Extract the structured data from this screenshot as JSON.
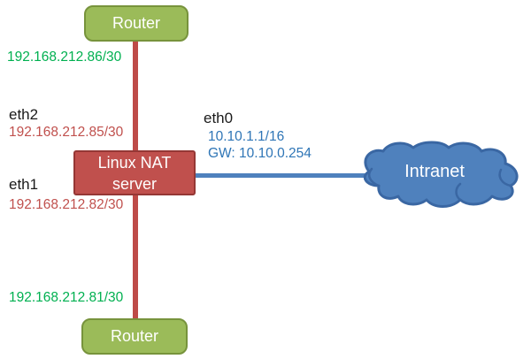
{
  "diagram": {
    "nodes": {
      "router_top": {
        "label": "Router"
      },
      "router_bottom": {
        "label": "Router"
      },
      "nat_server": {
        "label_line1": "Linux NAT",
        "label_line2": "server"
      },
      "intranet_cloud": {
        "label": "Intranet"
      }
    },
    "interfaces": {
      "eth2": {
        "name": "eth2",
        "ip": "192.168.212.85/30",
        "peer_ip": "192.168.212.86/30"
      },
      "eth1": {
        "name": "eth1",
        "ip": "192.168.212.82/30",
        "peer_ip": "192.168.212.81/30"
      },
      "eth0": {
        "name": "eth0",
        "ip": "10.10.1.1/16",
        "gateway": "GW: 10.10.0.254"
      }
    },
    "links": [
      {
        "from": "router-top",
        "to": "nat-server",
        "color": "#be4b48"
      },
      {
        "from": "nat-server",
        "to": "router-bottom",
        "color": "#be4b48"
      },
      {
        "from": "nat-server",
        "to": "intranet-cloud",
        "color": "#4f81bd"
      }
    ],
    "colors": {
      "router_fill": "#9bbb59",
      "router_border": "#77933c",
      "nat_fill": "#c0504d",
      "nat_border": "#953735",
      "cloud_fill": "#4f81bd",
      "cloud_border": "#3a67a3",
      "red_link": "#be4b48",
      "blue_link": "#4f81bd",
      "green_text": "#00b050",
      "red_text": "#c0504d",
      "blue_text": "#2e75b6"
    }
  }
}
